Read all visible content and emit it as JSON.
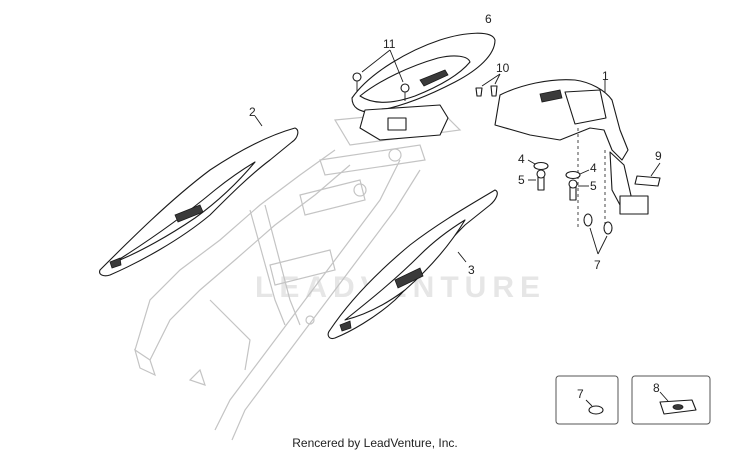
{
  "watermark": "LEADVENTURE",
  "footer": "Rencered by LeadVenture, Inc.",
  "callouts": {
    "c1": "1",
    "c2": "2",
    "c3": "3",
    "c4a": "4",
    "c4b": "4",
    "c5a": "5",
    "c5b": "5",
    "c6": "6",
    "c7": "7",
    "c7_inset": "7",
    "c8_inset": "8",
    "c9": "9",
    "c10": "10",
    "c11": "11"
  }
}
